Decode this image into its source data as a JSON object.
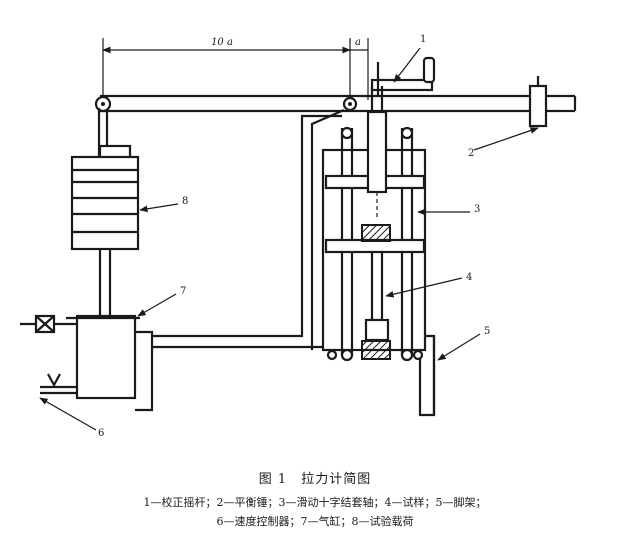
{
  "caption": {
    "title": "图 1　拉力计简图",
    "legend_line1": "1—校正摇杆；2—平衡锤；3—滑动十字结套轴；4—试样；5—脚架；",
    "legend_line2": "6—速度控制器；7—气缸；8—试验载荷"
  },
  "dimensions": {
    "long_arm": "10 a",
    "short_arm": "a"
  },
  "callouts": [
    {
      "id": "1",
      "label": "1"
    },
    {
      "id": "2",
      "label": "2"
    },
    {
      "id": "3",
      "label": "3"
    },
    {
      "id": "4",
      "label": "4"
    },
    {
      "id": "5",
      "label": "5"
    },
    {
      "id": "6",
      "label": "6"
    },
    {
      "id": "7",
      "label": "7"
    },
    {
      "id": "8",
      "label": "8"
    }
  ]
}
